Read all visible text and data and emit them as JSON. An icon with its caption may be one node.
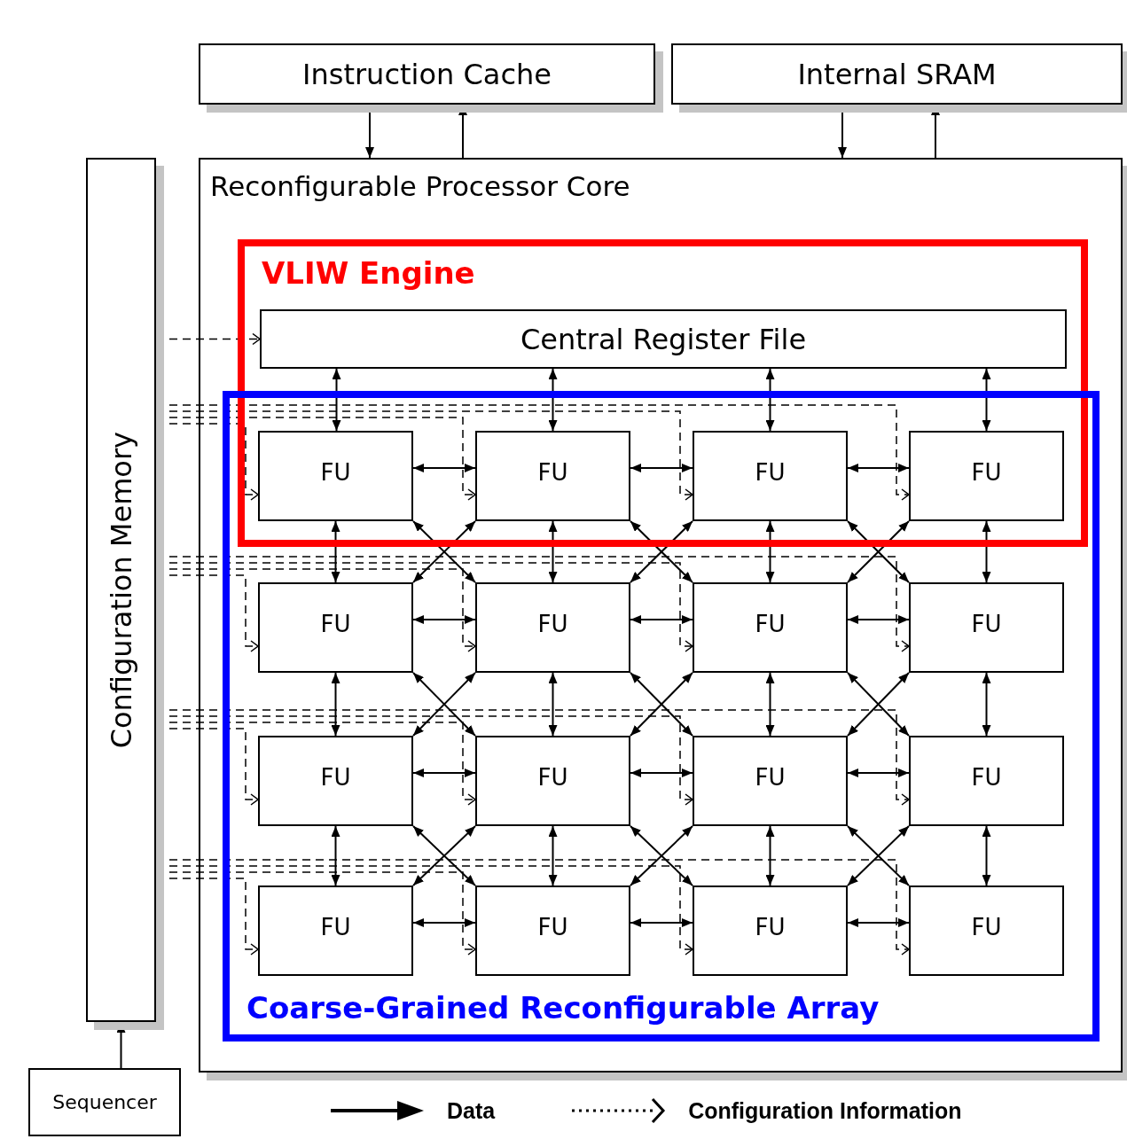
{
  "diagram": {
    "nodes": [
      {
        "text": [
          "Instruction Cache"
        ]
      },
      {
        "text": [
          "Internal SRAM"
        ]
      },
      {
        "text": [
          "Configuration Memory"
        ]
      },
      {
        "text": [
          "Reconfigurable Processor Core"
        ]
      },
      {
        "text": [
          "VLIW Engine"
        ],
        "in": 3
      },
      {
        "text": [
          "Central Register File"
        ],
        "in": 4
      },
      {
        "text": [
          "Coarse-Grained Reconfigurable Array"
        ],
        "in": 3
      },
      {
        "text": [
          "FU"
        ]
      },
      {
        "text": [
          "FU"
        ]
      },
      {
        "text": [
          "FU"
        ]
      },
      {
        "text": [
          "FU"
        ]
      },
      {
        "text": [
          "FU"
        ],
        "in": 6
      },
      {
        "text": [
          "FU"
        ],
        "in": 6
      },
      {
        "text": [
          "FU"
        ],
        "in": 6
      },
      {
        "text": [
          "FU"
        ],
        "in": 6
      },
      {
        "text": [
          "FU"
        ],
        "in": 6
      },
      {
        "text": [
          "FU"
        ],
        "in": 6
      },
      {
        "text": [
          "FU"
        ],
        "in": 6
      },
      {
        "text": [
          "FU"
        ],
        "in": 6
      },
      {
        "text": [
          "FU"
        ],
        "in": 6
      },
      {
        "text": [
          "FU"
        ],
        "in": 6
      },
      {
        "text": [
          "FU"
        ],
        "in": 6
      },
      {
        "text": [
          "FU"
        ],
        "in": 6
      },
      {
        "text": [
          "Sequencer"
        ]
      }
    ],
    "edges": [
      {
        "from": 0,
        "to": 3,
        "arrow": "to"
      },
      {
        "from": 3,
        "to": 0,
        "arrow": "to"
      },
      {
        "from": 1,
        "to": 3,
        "arrow": "to"
      },
      {
        "from": 3,
        "to": 1,
        "arrow": "to"
      },
      {
        "from": 23,
        "to": 2,
        "arrow": "to"
      },
      {
        "from": 2,
        "to": 5,
        "arrow": "to",
        "style": "dashed"
      },
      {
        "from": 2,
        "to": 7,
        "arrow": "to",
        "style": "dashed"
      },
      {
        "from": 2,
        "to": 8,
        "arrow": "to",
        "style": "dashed"
      },
      {
        "from": 2,
        "to": 9,
        "arrow": "to",
        "style": "dashed"
      },
      {
        "from": 2,
        "to": 10,
        "arrow": "to",
        "style": "dashed"
      },
      {
        "from": 2,
        "to": 11,
        "arrow": "to",
        "style": "dashed"
      },
      {
        "from": 2,
        "to": 12,
        "arrow": "to",
        "style": "dashed"
      },
      {
        "from": 2,
        "to": 13,
        "arrow": "to",
        "style": "dashed"
      },
      {
        "from": 2,
        "to": 14,
        "arrow": "to",
        "style": "dashed"
      },
      {
        "from": 2,
        "to": 15,
        "arrow": "to",
        "style": "dashed"
      },
      {
        "from": 2,
        "to": 16,
        "arrow": "to",
        "style": "dashed"
      },
      {
        "from": 2,
        "to": 17,
        "arrow": "to",
        "style": "dashed"
      },
      {
        "from": 2,
        "to": 18,
        "arrow": "to",
        "style": "dashed"
      },
      {
        "from": 2,
        "to": 19,
        "arrow": "to",
        "style": "dashed"
      },
      {
        "from": 2,
        "to": 20,
        "arrow": "to",
        "style": "dashed"
      },
      {
        "from": 2,
        "to": 21,
        "arrow": "to",
        "style": "dashed"
      },
      {
        "from": 2,
        "to": 22,
        "arrow": "to",
        "style": "dashed"
      },
      {
        "from": 5,
        "to": 7,
        "arrow": "both"
      },
      {
        "from": 5,
        "to": 8,
        "arrow": "both"
      },
      {
        "from": 5,
        "to": 9,
        "arrow": "both"
      },
      {
        "from": 5,
        "to": 10,
        "arrow": "both"
      },
      {
        "from": 7,
        "to": 11,
        "arrow": "both"
      },
      {
        "from": 8,
        "to": 12,
        "arrow": "both"
      },
      {
        "from": 9,
        "to": 13,
        "arrow": "both"
      },
      {
        "from": 10,
        "to": 14,
        "arrow": "both"
      },
      {
        "from": 11,
        "to": 15,
        "arrow": "both"
      },
      {
        "from": 12,
        "to": 16,
        "arrow": "both"
      },
      {
        "from": 13,
        "to": 17,
        "arrow": "both"
      },
      {
        "from": 14,
        "to": 18,
        "arrow": "both"
      },
      {
        "from": 15,
        "to": 19,
        "arrow": "both"
      },
      {
        "from": 16,
        "to": 20,
        "arrow": "both"
      },
      {
        "from": 17,
        "to": 21,
        "arrow": "both"
      },
      {
        "from": 18,
        "to": 22,
        "arrow": "both"
      },
      {
        "from": 7,
        "to": 8,
        "arrow": "both"
      },
      {
        "from": 8,
        "to": 9,
        "arrow": "both"
      },
      {
        "from": 9,
        "to": 10,
        "arrow": "both"
      },
      {
        "from": 11,
        "to": 12,
        "arrow": "both"
      },
      {
        "from": 12,
        "to": 13,
        "arrow": "both"
      },
      {
        "from": 13,
        "to": 14,
        "arrow": "both"
      },
      {
        "from": 15,
        "to": 16,
        "arrow": "both"
      },
      {
        "from": 16,
        "to": 17,
        "arrow": "both"
      },
      {
        "from": 17,
        "to": 18,
        "arrow": "both"
      },
      {
        "from": 19,
        "to": 20,
        "arrow": "both"
      },
      {
        "from": 20,
        "to": 21,
        "arrow": "both"
      },
      {
        "from": 21,
        "to": 22,
        "arrow": "both"
      },
      {
        "from": 7,
        "to": 12,
        "arrow": "both"
      },
      {
        "from": 8,
        "to": 11,
        "arrow": "both"
      },
      {
        "from": 8,
        "to": 13,
        "arrow": "both"
      },
      {
        "from": 9,
        "to": 12,
        "arrow": "both"
      },
      {
        "from": 9,
        "to": 14,
        "arrow": "both"
      },
      {
        "from": 10,
        "to": 13,
        "arrow": "both"
      },
      {
        "from": 11,
        "to": 16,
        "arrow": "both"
      },
      {
        "from": 12,
        "to": 15,
        "arrow": "both"
      },
      {
        "from": 12,
        "to": 17,
        "arrow": "both"
      },
      {
        "from": 13,
        "to": 16,
        "arrow": "both"
      },
      {
        "from": 13,
        "to": 18,
        "arrow": "both"
      },
      {
        "from": 14,
        "to": 17,
        "arrow": "both"
      },
      {
        "from": 15,
        "to": 20,
        "arrow": "both"
      },
      {
        "from": 16,
        "to": 19,
        "arrow": "both"
      },
      {
        "from": 16,
        "to": 21,
        "arrow": "both"
      },
      {
        "from": 17,
        "to": 20,
        "arrow": "both"
      },
      {
        "from": 17,
        "to": 22,
        "arrow": "both"
      },
      {
        "from": 18,
        "to": 21,
        "arrow": "both"
      }
    ],
    "legend": [
      {
        "text": "Data"
      },
      {
        "text": "Configuration Information"
      }
    ]
  }
}
